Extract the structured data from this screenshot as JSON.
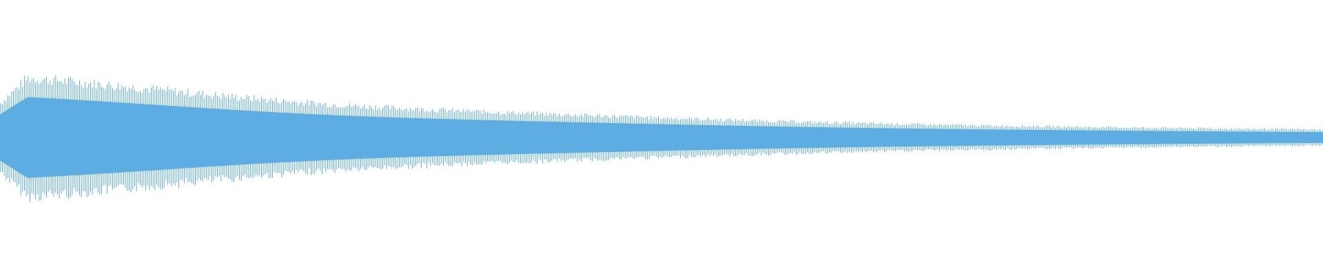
{
  "waveform": {
    "color": "#5dade2",
    "peak_amplitude": 1.0,
    "decay_end_amplitude": 0.06,
    "core_fill_ratio": 0.62,
    "cycles_visible": 720
  }
}
